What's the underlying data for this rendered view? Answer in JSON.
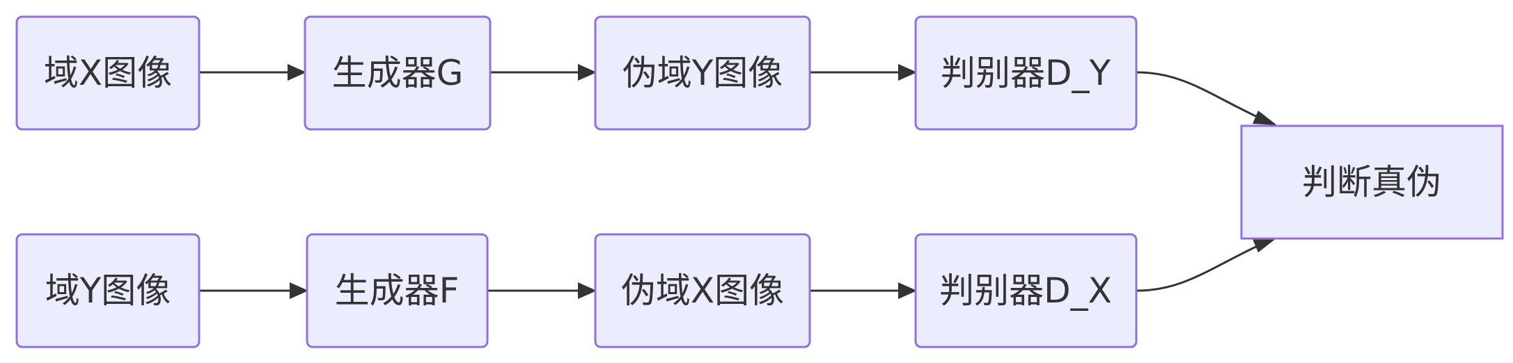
{
  "nodes": {
    "domain_x_image": "域X图像",
    "generator_g": "生成器G",
    "fake_domain_y_image": "伪域Y图像",
    "discriminator_d_y": "判别器D_Y",
    "domain_y_image": "域Y图像",
    "generator_f": "生成器F",
    "fake_domain_x_image": "伪域X图像",
    "discriminator_d_x": "判别器D_X",
    "real_or_fake": "判断真伪"
  },
  "colors": {
    "node_fill": "#ECECFF",
    "node_border": "#9370DB",
    "edge": "#333333",
    "text": "#333333"
  }
}
